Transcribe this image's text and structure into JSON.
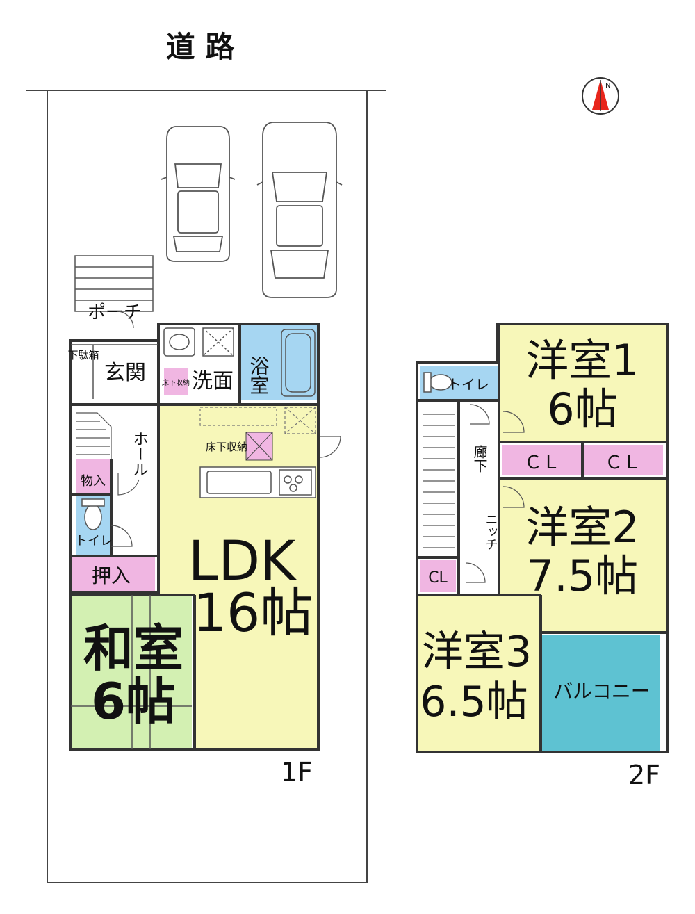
{
  "road_label": "道 路",
  "compass": {
    "north": "N",
    "icon": "north-arrow-icon"
  },
  "floor1": {
    "label": "1F",
    "rooms": {
      "porch": "ポーチ",
      "shoebox": "下駄箱",
      "entrance": "玄関",
      "hall": "ホール",
      "storage": "物入",
      "toilet": "トイレ",
      "closet": "押入",
      "washroom": "洗面",
      "underfloor_small": "床下収納",
      "bath": "浴室",
      "underfloor": "床下収納",
      "ldk_name": "LDK",
      "ldk_size": "16帖",
      "japanese_name": "和室",
      "japanese_size": "6帖"
    }
  },
  "floor2": {
    "label": "2F",
    "rooms": {
      "toilet": "トイレ",
      "corridor": "廊下",
      "niche": "ニッチ",
      "cl_left": "ＣＬ",
      "cl_right": "ＣＬ",
      "cl_small": "CL",
      "room1_name": "洋室1",
      "room1_size": "6帖",
      "room2_name": "洋室2",
      "room2_size": "7.5帖",
      "room3_name": "洋室3",
      "room3_size": "6.5帖",
      "balcony": "バルコニー"
    }
  },
  "colors": {
    "ldk": "#f7f7b9",
    "japanese_room": "#d3f0b2",
    "storage": "#f0b6e2",
    "wet_area": "#a6d6f2",
    "balcony": "#5ec2d2",
    "compass_red": "#e8251b"
  }
}
